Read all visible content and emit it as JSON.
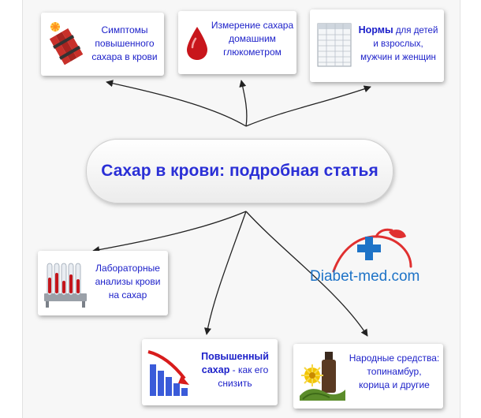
{
  "center": {
    "title": "Сахар в крови: подробная статья"
  },
  "cards": {
    "symptoms": {
      "line1": "Симптомы",
      "line2": "повышенного",
      "line3": "сахара в крови"
    },
    "measure": {
      "line1": "Измерение сахара",
      "line2": "домашним",
      "line3": "глюкометром"
    },
    "norms": {
      "bold": "Нормы",
      "line1_rest": " для детей",
      "line2": "и взрослых,",
      "line3": "мужчин и женщин"
    },
    "lab": {
      "line1": "Лабораторные",
      "line2": "анализы крови",
      "line3": "на сахар"
    },
    "high": {
      "bold1": "Повышенный",
      "bold2": "сахар",
      "line2_rest": " - как его",
      "line3": "снизить"
    },
    "folk": {
      "line1": "Народные средства:",
      "line2": "топинамбур,",
      "line3": "корица и другие"
    }
  },
  "logo": {
    "text": "Diabet-med.com"
  },
  "colors": {
    "text": "#1b1fc9",
    "logo": "#1e73c7",
    "logo_cross": "#e03030",
    "arrow": "#222222"
  }
}
